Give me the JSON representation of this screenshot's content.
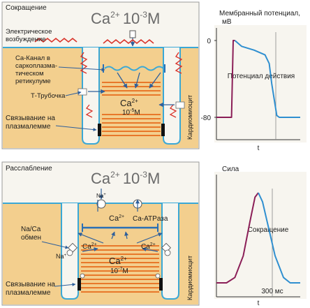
{
  "colors": {
    "cytoplasm": "#f3cf8e",
    "panel_bg": "#f7f5ef",
    "membrane_blue": "#3aa8d6",
    "sr_orange": "#e8782a",
    "ca_channel_red": "#d9342b",
    "curve_purple": "#8b1e57",
    "curve_blue": "#2f8fd0",
    "text_dark": "#1c1c1c",
    "text_gray": "#6a6a6a"
  },
  "contraction": {
    "title": "Сокращение",
    "ca_outside_base": "Ca",
    "ca_outside_charge": "2+",
    "ca_outside_conc_base": "10",
    "ca_outside_conc_exp": "-3",
    "ca_outside_unit": "M",
    "electric_label_1": "Электрическое",
    "electric_label_2": "возбуждение",
    "channel_label_1": "Ca-Канал в",
    "channel_label_2": "саркоплазма-",
    "channel_label_3": "тическом",
    "channel_label_4": "ретикулуме",
    "t_tubule_label": "Т-Трубочка",
    "binding_label_1": "Связывание на",
    "binding_label_2": "плазмалемме",
    "ca_inside_base": "Ca",
    "ca_inside_charge": "2+",
    "ca_inside_conc_base": "10",
    "ca_inside_conc_exp": "-5",
    "ca_inside_unit": "M",
    "cell_label": "Кардиомиоцит"
  },
  "relaxation": {
    "title": "Расслабление",
    "ca_outside_base": "Ca",
    "ca_outside_charge": "2+",
    "ca_outside_conc_base": "10",
    "ca_outside_conc_exp": "-3",
    "ca_outside_unit": "M",
    "na_top": "Na",
    "na_top_charge": "+",
    "ca_pump_base": "Ca",
    "ca_pump_charge": "2+",
    "atpase_label": "Ca-ATPаза",
    "exchange_label_1": "Na/Ca",
    "exchange_label_2": "обмен",
    "ca_left_base": "Ca",
    "ca_left_charge": "2+",
    "ca_right_base": "Ca",
    "ca_right_charge": "2+",
    "na_left": "Na",
    "na_left_charge": "+",
    "ca_inside_base": "Ca",
    "ca_inside_charge": "2+",
    "ca_inside_conc_base": "10",
    "ca_inside_conc_exp": "-7",
    "ca_inside_unit": "M",
    "binding_label_1": "Связывание на",
    "binding_label_2": "плазмалемме",
    "cell_label": "Кардиомиоцит"
  },
  "chart_data": [
    {
      "type": "line",
      "title": "Мембранный потенциал,",
      "ylabel": "мВ",
      "xlabel": "t",
      "ytick_labels": [
        "0",
        "-80"
      ],
      "annotation": "Потенциал действия",
      "series": [
        {
          "x": [
            0,
            0.1,
            0.18,
            0.2,
            0.22,
            0.3,
            0.45,
            0.58,
            0.63,
            0.66,
            0.72,
            0.75,
            0.8,
            1.0
          ],
          "y": [
            -80,
            -80,
            -80,
            0,
            0,
            -6,
            -10,
            -15,
            -24,
            -45,
            -78,
            -80,
            -80,
            -80
          ]
        }
      ]
    },
    {
      "type": "line",
      "title": "Сила",
      "xlabel": "t",
      "annotation": "Сокращение",
      "scale_label": "300 мс",
      "series": [
        {
          "x": [
            0,
            0.12,
            0.22,
            0.32,
            0.4,
            0.46,
            0.5,
            0.55,
            0.62,
            0.7,
            0.8,
            0.88,
            1.0
          ],
          "y": [
            0,
            0,
            0.06,
            0.3,
            0.68,
            0.95,
            1.0,
            0.9,
            0.62,
            0.3,
            0.06,
            0,
            0
          ]
        }
      ]
    }
  ]
}
